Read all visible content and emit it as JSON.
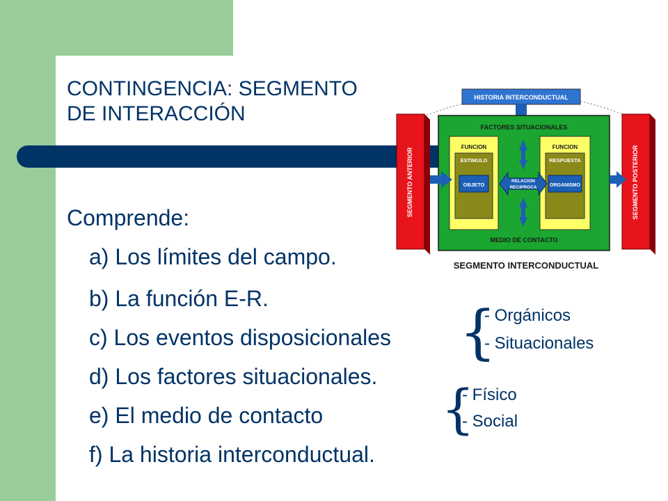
{
  "title": {
    "line1": "CONTINGENCIA: SEGMENTO",
    "line2": "DE INTERACCIÓN"
  },
  "intro": "Comprende:",
  "items": [
    "a) Los límites del campo.",
    "b) La función E-R.",
    "c) Los eventos disposicionales",
    "d) Los factores situacionales.",
    "e) El medio de contacto",
    "f) La historia interconductual."
  ],
  "disposicionales_sub": [
    "- Orgánicos",
    "- Situacionales"
  ],
  "medio_sub": [
    "- Físico",
    "- Social"
  ],
  "diagram": {
    "historia": "HISTORIA INTERCONDUCTUAL",
    "factores": "FACTORES SITUACIONALES",
    "funcion_left": "FUNCION",
    "funcion_right": "FUNCION",
    "estimulo": "ESTIMULO",
    "respuesta": "RESPUESTA",
    "objeto": "OBJETO",
    "organismo": "ORGANISMO",
    "relacion": "RELACION",
    "reciproca": "RECIPROCA",
    "medio": "MEDIO DE CONTACTO",
    "seg_anterior": "SEGMENTO ANTERIOR",
    "seg_posterior": "SEGMENTO POSTERIOR",
    "seg_inter": "SEGMENTO INTERCONDUCTUAL"
  },
  "colors": {
    "navy": "#003366",
    "green_band": "#99cc99",
    "red": "#e8141c",
    "green": "#1aa630",
    "yellow": "#ffff66",
    "olive": "#8a8a1a",
    "blue": "#1c5fb5",
    "blue_light": "#2e73d0"
  }
}
